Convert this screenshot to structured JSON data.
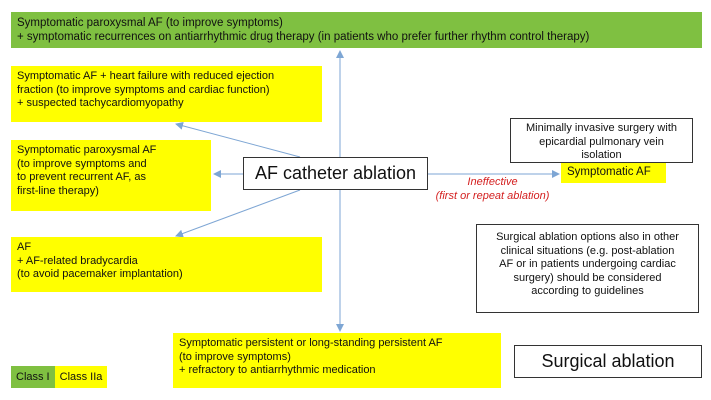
{
  "boxes": {
    "paroxysmal_top": {
      "lines": [
        "Symptomatic paroxysmal AF (to improve symptoms)",
        "+ symptomatic recurrences on antiarrhythmic drug therapy (in patients who prefer further rhythm control therapy)"
      ]
    },
    "heart_failure": {
      "lines": [
        "Symptomatic AF + heart failure with reduced ejection",
        "fraction (to improve symptoms and cardiac function)",
        "+ suspected tachycardiomyopathy"
      ]
    },
    "first_line": {
      "lines": [
        "Symptomatic paroxysmal AF",
        "(to improve symptoms and",
        "to prevent recurrent AF, as",
        "first-line therapy)"
      ]
    },
    "bradycardia": {
      "lines": [
        "AF",
        "+ AF-related bradycardia",
        "(to avoid pacemaker implantation)"
      ]
    },
    "persistent": {
      "lines": [
        "Symptomatic persistent or long-standing persistent AF",
        "(to improve symptoms)",
        "+ refractory to antiarrhythmic medication"
      ]
    }
  },
  "center_label": "AF catheter ablation",
  "minimally_invasive": {
    "lines": [
      "Minimally invasive surgery with",
      "epicardial pulmonary vein",
      "isolation"
    ]
  },
  "symptomatic_af": "Symptomatic AF",
  "ineffective": {
    "lines": [
      "Ineffective",
      "(first or repeat ablation)"
    ]
  },
  "surgical_note": {
    "lines": [
      "Surgical ablation options also in other",
      "clinical situations (e.g. post-ablation",
      "AF or in patients undergoing cardiac",
      "surgery) should be considered",
      "according to guidelines"
    ]
  },
  "surgical_ablation": "Surgical ablation",
  "legend": {
    "class1": "Class I",
    "class2a": "Class IIa"
  },
  "colors": {
    "class1": "#7fc041",
    "class2a": "#ffff00",
    "arrow": "#7ea6d4",
    "ineffective_text": "#d42020"
  }
}
